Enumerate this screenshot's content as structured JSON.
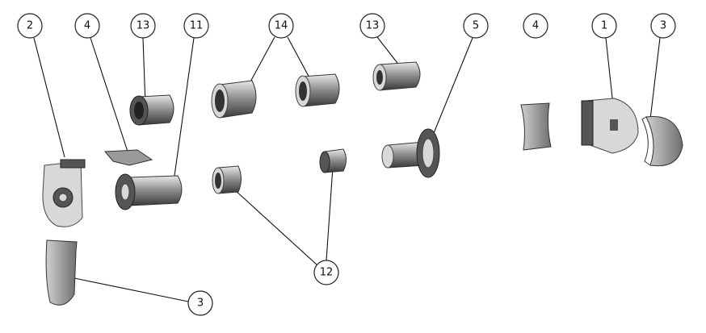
{
  "diagram": {
    "type": "exploded-parts-view",
    "balloons": [
      {
        "id": "b2",
        "label": "2"
      },
      {
        "id": "b4a",
        "label": "4"
      },
      {
        "id": "b13a",
        "label": "13"
      },
      {
        "id": "b11",
        "label": "11"
      },
      {
        "id": "b14",
        "label": "14"
      },
      {
        "id": "b13b",
        "label": "13"
      },
      {
        "id": "b5",
        "label": "5"
      },
      {
        "id": "b4b",
        "label": "4"
      },
      {
        "id": "b1",
        "label": "1"
      },
      {
        "id": "b3a",
        "label": "3"
      },
      {
        "id": "b12",
        "label": "12"
      },
      {
        "id": "b3b",
        "label": "3"
      }
    ]
  }
}
